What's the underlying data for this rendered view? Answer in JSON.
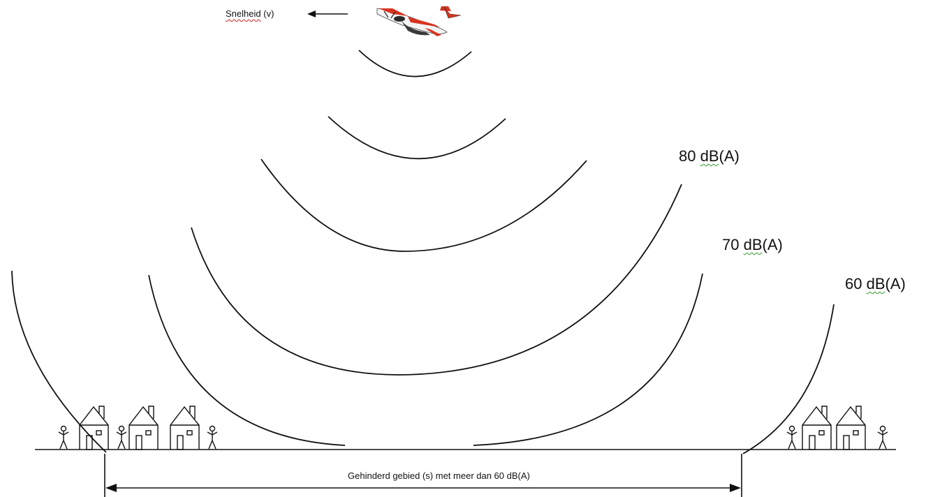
{
  "labels": {
    "speed_word": "Snelheid",
    "speed_suffix": "(v)",
    "level_80": "80",
    "level_70": "70",
    "level_60": "60",
    "unit_db": "dB",
    "unit_a": "(A)",
    "affected_area": "Gehinderd gebied (s) met meer dan 60 dB(A)"
  },
  "icons": {
    "plane": "airplane-icon",
    "house": "house-icon",
    "person": "person-icon"
  },
  "colors": {
    "line": "#111111",
    "plane_red": "#d8321e",
    "plane_white": "#f4f4f4",
    "proofing_green": "#2e9a2e",
    "proofing_red": "#d32020"
  }
}
